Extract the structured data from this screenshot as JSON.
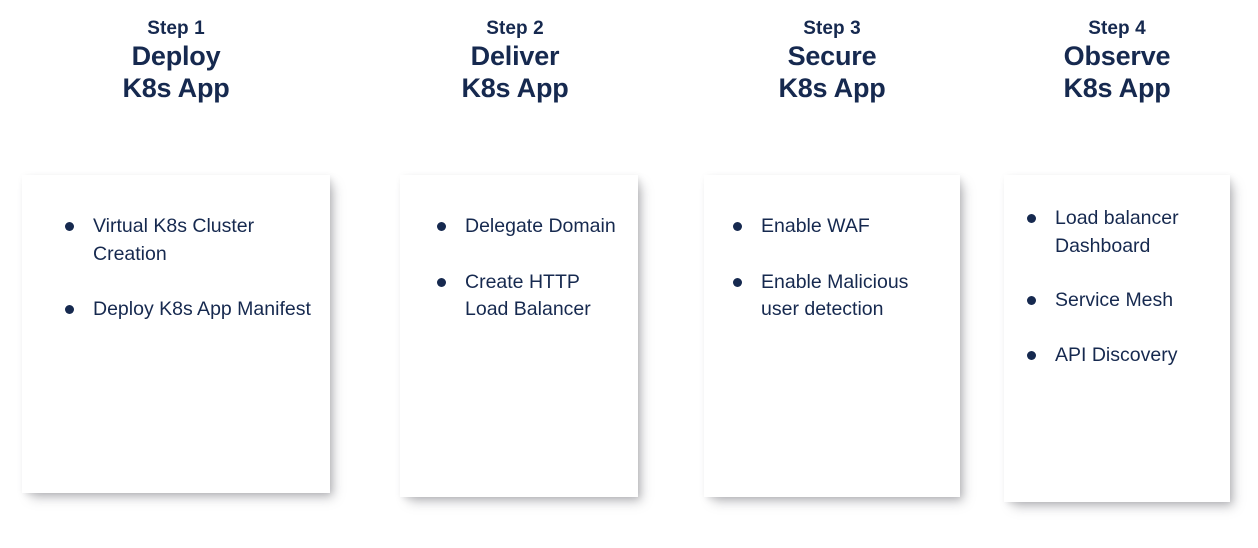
{
  "theme": {
    "navy": "#16294f",
    "background": "#ffffff",
    "card_background": "#ffffff",
    "shadow": "rgba(120,120,125,0.48)"
  },
  "columns": [
    {
      "step_label": "Step 1",
      "title": "Deploy",
      "subtitle": "K8s App",
      "bullets": [
        "Virtual K8s Cluster Creation",
        "Deploy K8s App Manifest"
      ]
    },
    {
      "step_label": "Step 2",
      "title": "Deliver",
      "subtitle": "K8s App",
      "bullets": [
        "Delegate Domain",
        "Create HTTP Load Balancer"
      ]
    },
    {
      "step_label": "Step 3",
      "title": "Secure",
      "subtitle": "K8s App",
      "bullets": [
        "Enable WAF",
        "Enable Malicious user detection"
      ]
    },
    {
      "step_label": "Step 4",
      "title": "Observe",
      "subtitle": "K8s App",
      "bullets": [
        "Load balancer Dashboard",
        "Service Mesh",
        "API Discovery"
      ]
    }
  ]
}
